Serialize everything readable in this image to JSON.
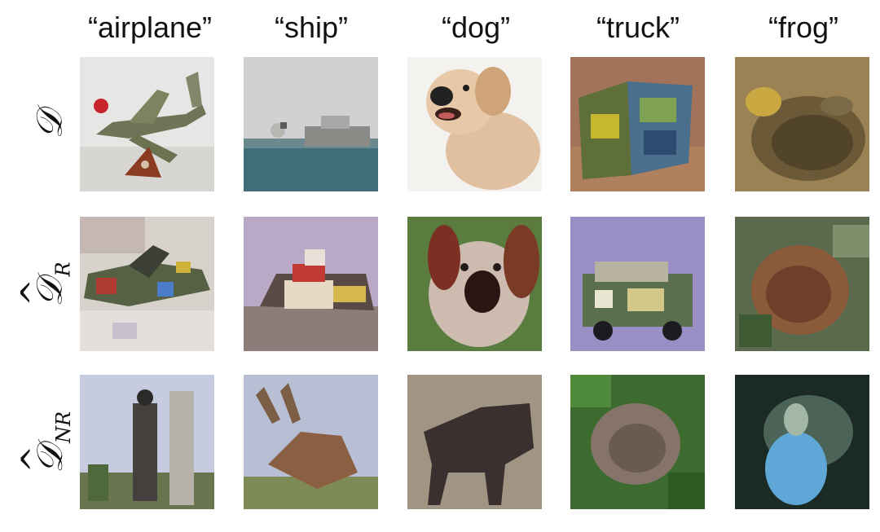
{
  "columns": [
    {
      "label": "“airplane”"
    },
    {
      "label": "“ship”"
    },
    {
      "label": "“dog”"
    },
    {
      "label": "“truck”"
    },
    {
      "label": "“frog”"
    }
  ],
  "rows": [
    {
      "symbol": "𝒟",
      "subscript": "",
      "hat": false
    },
    {
      "symbol": "𝒟",
      "subscript": "R",
      "hat": true
    },
    {
      "symbol": "𝒟",
      "subscript": "NR",
      "hat": true
    }
  ],
  "images": [
    [
      "airplane-icon",
      "ship-icon",
      "dog-icon",
      "truck-icon",
      "frog-icon"
    ],
    [
      "airplane-icon",
      "ship-icon",
      "dog-icon",
      "truck-icon",
      "frog-icon"
    ],
    [
      "person-icon",
      "deer-icon",
      "horse-icon",
      "frog-icon",
      "bird-icon"
    ]
  ]
}
